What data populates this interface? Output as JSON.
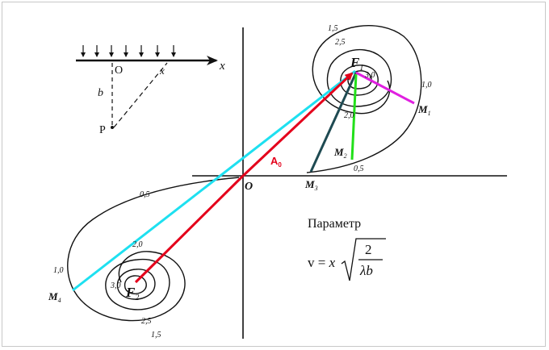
{
  "inset": {
    "axis_x": "x",
    "origin": "O",
    "x_mark": "x",
    "b_label": "b",
    "p_label": "P"
  },
  "main": {
    "origin": "O",
    "a0_label": "A",
    "a0_sub": "0",
    "focus1": "F",
    "focus1_sub": "1",
    "focus2": "F",
    "focus2_sub": "2",
    "points": {
      "m1": "M",
      "m1_sub": "1",
      "m2": "M",
      "m2_sub": "2",
      "m3": "M",
      "m3_sub": "3",
      "m4": "M",
      "m4_sub": "4"
    },
    "level_labels": {
      "upper": [
        "1,5",
        "2,5",
        "3,0",
        "1,0",
        "2,0",
        "0,5"
      ],
      "lower": [
        "0,5",
        "2,0",
        "1,0",
        "3,0",
        "2,5",
        "1,5"
      ]
    }
  },
  "legend": {
    "title": "Параметр",
    "formula_lhs": "v = ",
    "formula_x": "x",
    "formula_num": "2",
    "formula_den": "λb"
  },
  "colors": {
    "red": "#e4001b",
    "cyan": "#1ee0f0",
    "green": "#22e01a",
    "magenta": "#e020e0",
    "teal": "#1e4a52",
    "ink": "#111111"
  }
}
